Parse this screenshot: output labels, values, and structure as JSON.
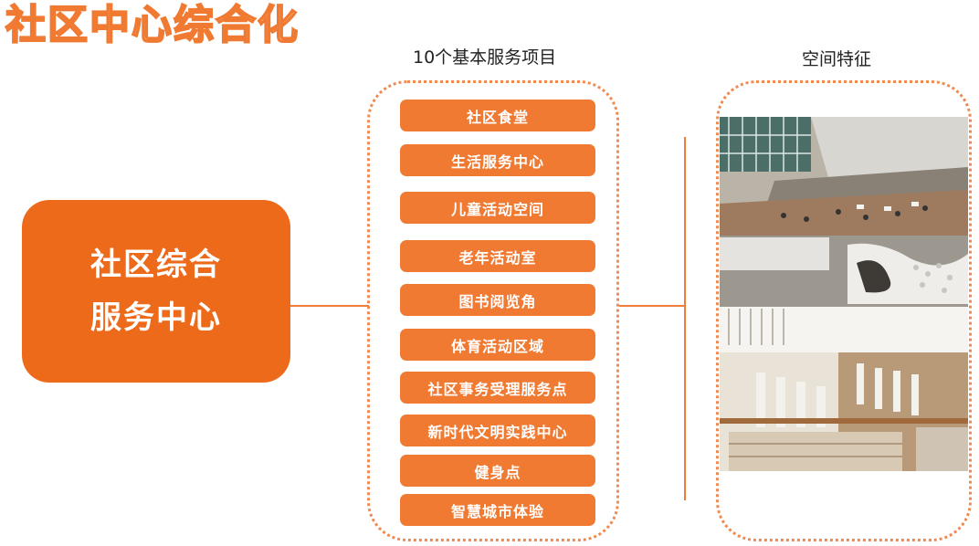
{
  "title": "社区中心综合化",
  "center": {
    "line1": "社区综合",
    "line2": "服务中心"
  },
  "services_heading": "10个基本服务项目",
  "services": [
    "社区食堂",
    "生活服务中心",
    "儿童活动空间",
    "老年活动室",
    "图书阅览角",
    "体育活动区域",
    "社区事务受理服务点",
    "新时代文明实践中心",
    "健身点",
    "智慧城市体验"
  ],
  "space_heading": "空间特征",
  "colors": {
    "accent": "#ee6a1b",
    "button": "#f07a32",
    "dotted_border": "#f08a50"
  }
}
